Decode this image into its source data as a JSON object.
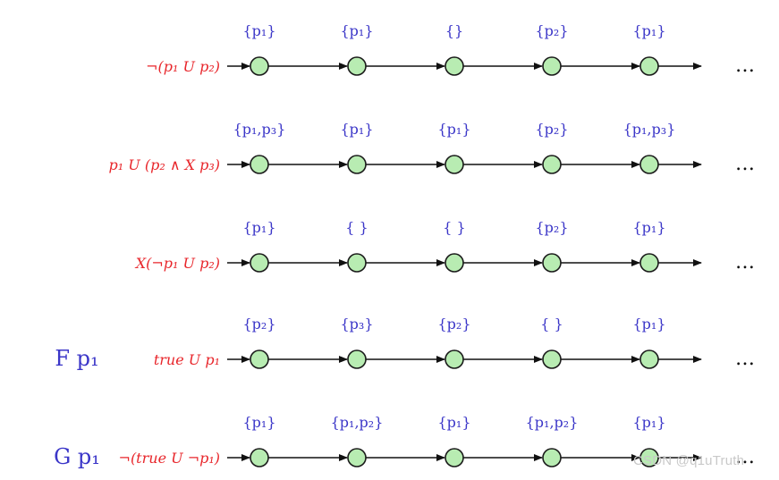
{
  "colors": {
    "formula": "#e8262b",
    "label": "#3b36c8",
    "state_fill": "#b8ecb2",
    "state_stroke": "#1a1a1a",
    "arrow": "#111111",
    "watermark": "#c9c9c9"
  },
  "rows": [
    {
      "formula": "¬(p₁ U p₂)",
      "labels": [
        "{p₁}",
        "{p₁}",
        "{}",
        "{p₂}",
        "{p₁}"
      ],
      "ellipsis": "…"
    },
    {
      "formula": "p₁ U (p₂ ∧ X p₃)",
      "labels": [
        "{p₁,p₃}",
        "{p₁}",
        "{p₁}",
        "{p₂}",
        "{p₁,p₃}"
      ],
      "ellipsis": "…"
    },
    {
      "formula": "X(¬p₁ U p₂)",
      "labels": [
        "{p₁}",
        "{ }",
        "{ }",
        "{p₂}",
        "{p₁}"
      ],
      "ellipsis": "…"
    },
    {
      "alias": "F p₁",
      "formula": "true U p₁",
      "labels": [
        "{p₂}",
        "{p₃}",
        "{p₂}",
        "{ }",
        "{p₁}"
      ],
      "ellipsis": "…"
    },
    {
      "alias": "G p₁",
      "formula": "¬(true U ¬p₁)",
      "labels": [
        "{p₁}",
        "{p₁,p₂}",
        "{p₁}",
        "{p₁,p₂}",
        "{p₁}"
      ],
      "ellipsis": "…"
    }
  ],
  "watermark": "CSDN @q1uTruth"
}
